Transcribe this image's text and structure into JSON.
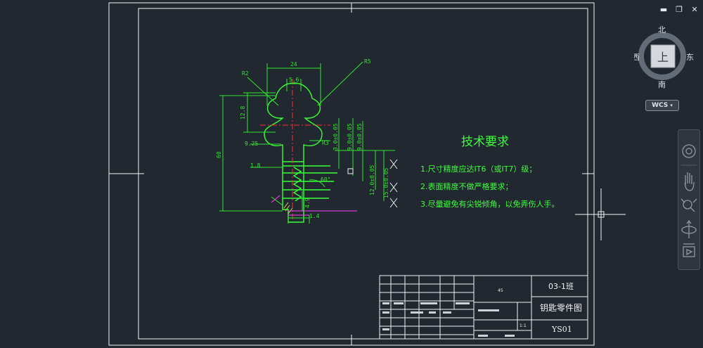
{
  "window": {
    "minimize_label": "▬",
    "restore_label": "❐",
    "close_label": "✕"
  },
  "viewcube": {
    "north": "北",
    "south": "南",
    "east": "东",
    "west": "西",
    "face": "上",
    "wcs_label": "WCS"
  },
  "drawing": {
    "tech_title": "技术要求",
    "requirements": [
      "1.尺寸精度应达IT6（或IT7）级；",
      "2.表面精度不做严格要求；",
      "3.尽量避免有尖锐倾角，以免弄伤人手。"
    ],
    "dims": {
      "top_width": "24",
      "small_width": "5.6",
      "r2": "R2",
      "r5": "R5",
      "r3": "R3",
      "d12_8": "12.8",
      "d60": "60",
      "d9_25": "9.25",
      "d1_8": "1.8",
      "d3_0": "3.0±0.05",
      "d9_0a": "9.0±0.05",
      "d9_0b": "9.0±0.05",
      "d12_0": "12.0±0.05",
      "d15_0": "15.0±0.05",
      "angle60": "60°",
      "d4_9": "4.9",
      "d1_4": "1.4"
    },
    "title_block": {
      "class_name": "03-1班",
      "part_name": "钥匙零件图",
      "drawing_no": "YS01",
      "scale": "1:1",
      "material_mark": "45"
    }
  },
  "colors": {
    "background": "#212830",
    "border": "#f2f2f2",
    "geometry": "#39ff39",
    "dimension": "#32e632",
    "centerline": "#ff2b2b",
    "hatch": "#d6d64b",
    "magenta": "#ff40ff",
    "text": "#3dff3d"
  }
}
